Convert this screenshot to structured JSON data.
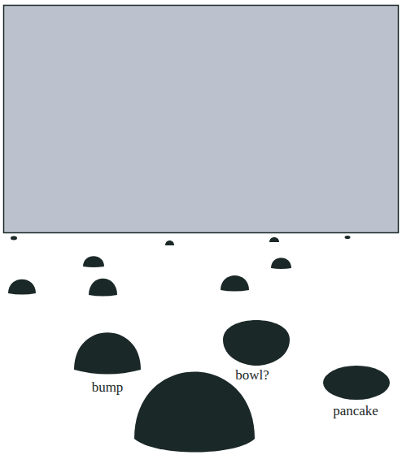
{
  "diagram": {
    "labels": [
      "bump",
      "bowl?",
      "pancake"
    ]
  }
}
